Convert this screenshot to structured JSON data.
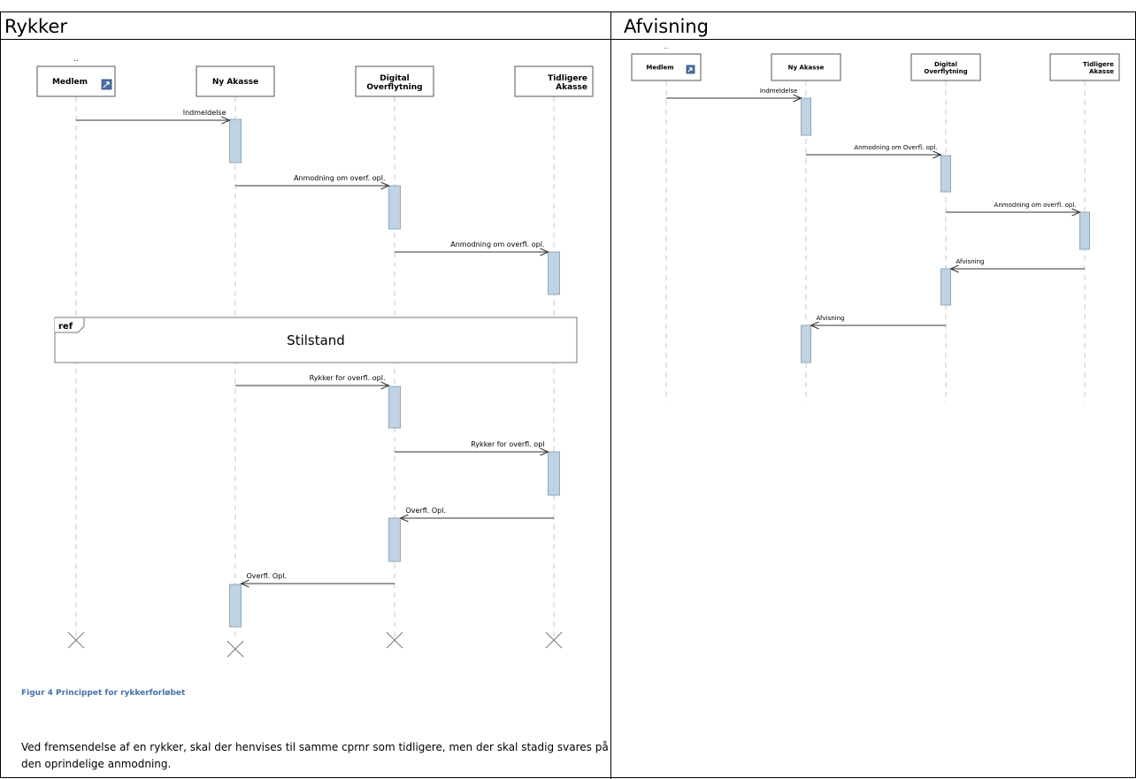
{
  "panels": {
    "left_title": "Rykker",
    "right_title": "Afvisning"
  },
  "left_diagram": {
    "participants": [
      "Medlem",
      "Ny Akasse",
      "Digital Overflytning",
      "Tidligere Akasse"
    ],
    "messages": [
      {
        "label": "Indmeldelse",
        "from": "Medlem",
        "to": "Ny Akasse"
      },
      {
        "label": "Anmodning om overf. opl.",
        "from": "Ny Akasse",
        "to": "Digital Overflytning"
      },
      {
        "label": "Anmodning om overfl. opl.",
        "from": "Digital Overflytning",
        "to": "Tidligere Akasse"
      },
      {
        "label": "Rykker for overfl. opl.",
        "from": "Ny Akasse",
        "to": "Digital Overflytning"
      },
      {
        "label": "Rykker for overfl. opl",
        "from": "Digital Overflytning",
        "to": "Tidligere Akasse"
      },
      {
        "label": "Overfl. Opl.",
        "from": "Tidligere Akasse",
        "to": "Digital Overflytning"
      },
      {
        "label": "Overfl. Opl.",
        "from": "Digital Overflytning",
        "to": "Ny Akasse"
      }
    ],
    "ref_frame": {
      "tag": "ref",
      "label": "Stilstand"
    },
    "caption": "Figur 4 Princippet for rykkerforløbet",
    "note": "Ved fremsendelse af en rykker, skal der henvises til samme cprnr som tidligere, men der skal stadig svares på den oprindelige anmodning."
  },
  "right_diagram": {
    "participants": [
      "Medlem",
      "Ny Akasse",
      "Digital Overflytning",
      "Tidligere Akasse"
    ],
    "messages": [
      {
        "label": "Indmeldelse",
        "from": "Medlem",
        "to": "Ny Akasse"
      },
      {
        "label": "Anmodning om Overfl. opl.",
        "from": "Ny Akasse",
        "to": "Digital Overflytning"
      },
      {
        "label": "Anmodning om overfl. opl.",
        "from": "Digital Overflytning",
        "to": "Tidligere Akasse"
      },
      {
        "label": "Afvisning",
        "from": "Tidligere Akasse",
        "to": "Digital Overflytning"
      },
      {
        "label": "Afvisning",
        "from": "Digital Overflytning",
        "to": "Ny Akasse"
      }
    ]
  },
  "colors": {
    "activation_fill": "#bfd3e3",
    "activation_stroke": "#8fa8be",
    "lifeline": "#c8c8c8",
    "caption": "#4472a8"
  }
}
